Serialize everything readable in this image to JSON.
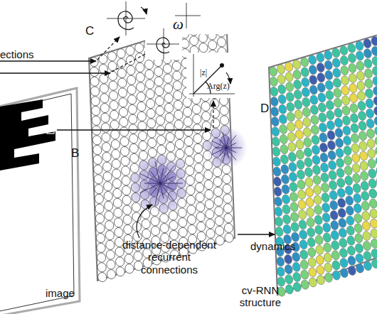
{
  "diagram": {
    "labels": [
      "ections",
      "C",
      "B",
      "image",
      "distance-dependent recurrent connections",
      "cv-RNN structure",
      "dynamics",
      "D",
      "ω",
      "|z|",
      "Arg(z)"
    ]
  }
}
